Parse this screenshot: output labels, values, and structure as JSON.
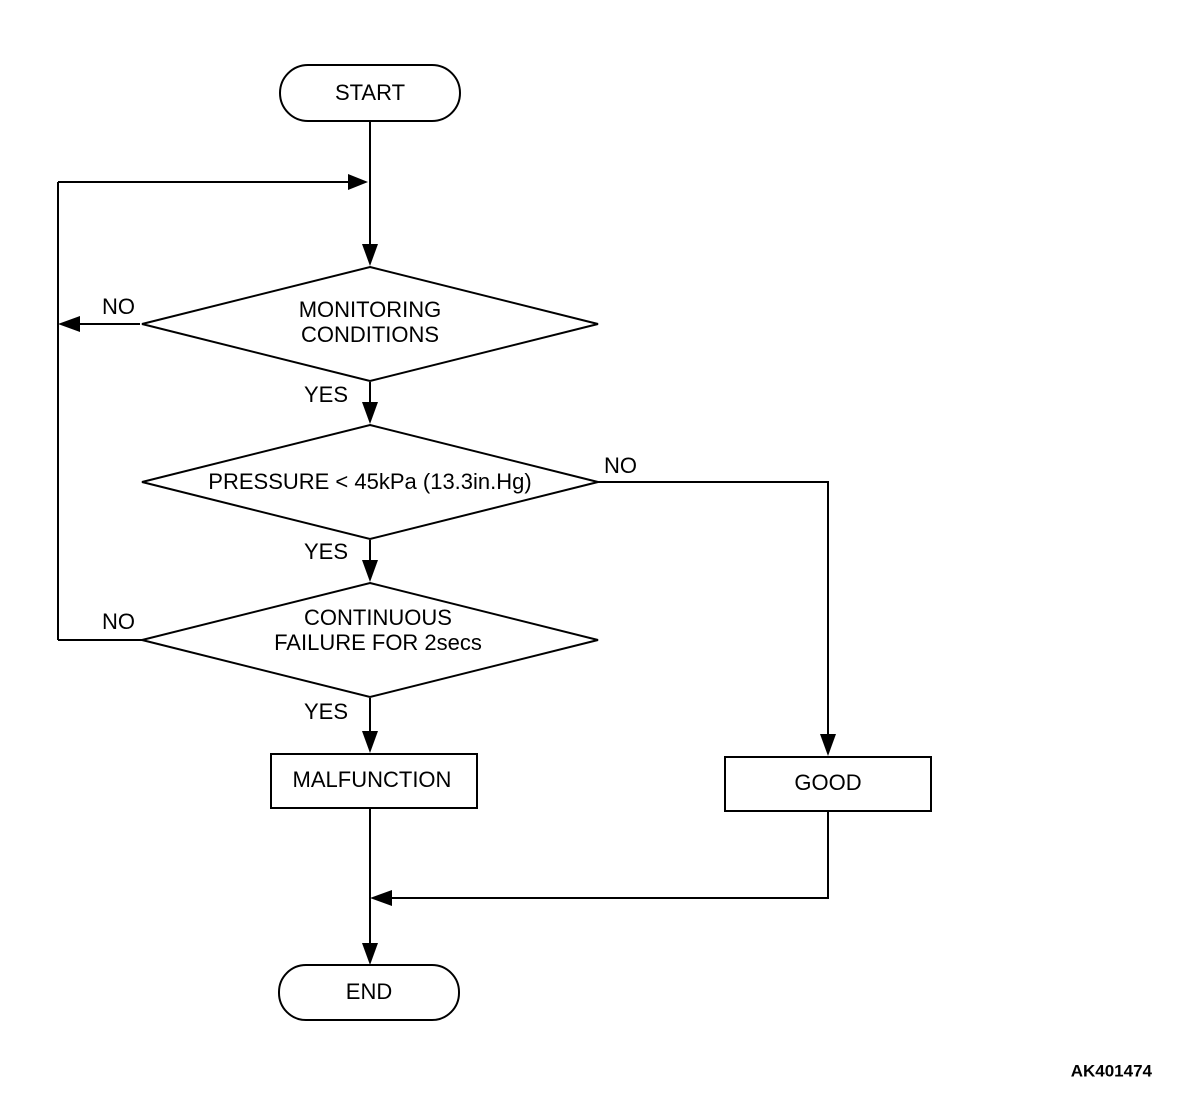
{
  "nodes": {
    "start": "START",
    "monitoring": [
      "MONITORING",
      "CONDITIONS"
    ],
    "pressure": "PRESSURE < 45kPa (13.3in.Hg)",
    "continuous": [
      "CONTINUOUS",
      "FAILURE FOR 2secs"
    ],
    "malfunction": "MALFUNCTION",
    "good": "GOOD",
    "end": "END"
  },
  "edge_labels": {
    "monitoring_no": "NO",
    "monitoring_yes": "YES",
    "pressure_no": "NO",
    "pressure_yes": "YES",
    "continuous_no": "NO",
    "continuous_yes": "YES"
  },
  "reference_code": "AK401474"
}
